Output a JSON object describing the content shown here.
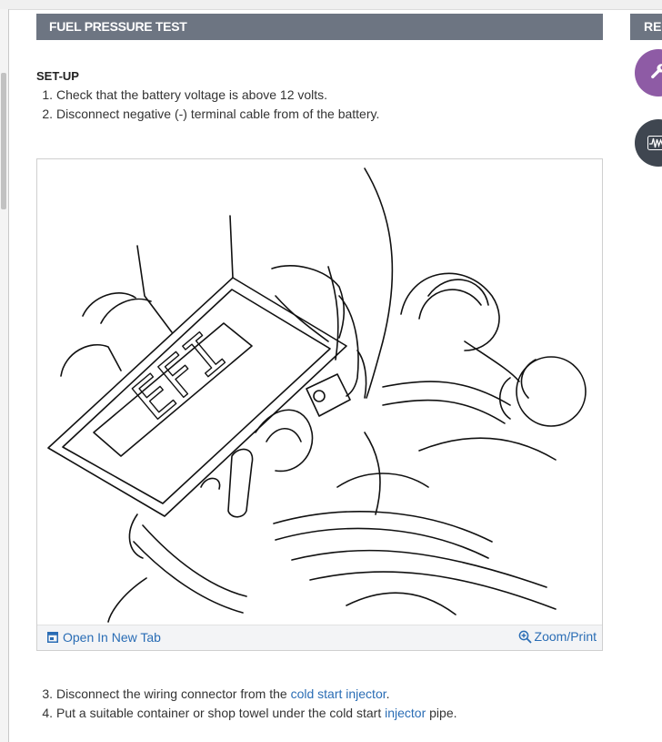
{
  "header": {
    "title": "FUEL PRESSURE TEST"
  },
  "side_panel": {
    "title": "RE"
  },
  "setup": {
    "title": "SET-UP",
    "steps": [
      {
        "num": "1.",
        "text": "Check that the battery voltage is above 12 volts."
      },
      {
        "num": "2.",
        "text": "Disconnect negative (-) terminal cable from of the battery."
      }
    ]
  },
  "figure": {
    "open_tab_label": "Open In New Tab",
    "zoom_print_label": "Zoom/Print",
    "illustration_text": "EFI"
  },
  "steps_after": [
    {
      "num": "3.",
      "text_before": "Disconnect the wiring connector from the ",
      "link": "cold start injector",
      "text_after": "."
    },
    {
      "num": "4.",
      "text_before": "Put a suitable container or shop towel under the cold start ",
      "link": "injector",
      "text_after": " pipe."
    }
  ],
  "icons": {
    "purple_button": "wrench-icon",
    "dark_button": "waveform-icon",
    "open_tab": "new-tab-icon",
    "zoom": "zoom-in-icon"
  },
  "colors": {
    "header_bg": "#6d7582",
    "link": "#2a6db5",
    "purple_button": "#8e5ba5",
    "dark_button": "#3f4650"
  }
}
